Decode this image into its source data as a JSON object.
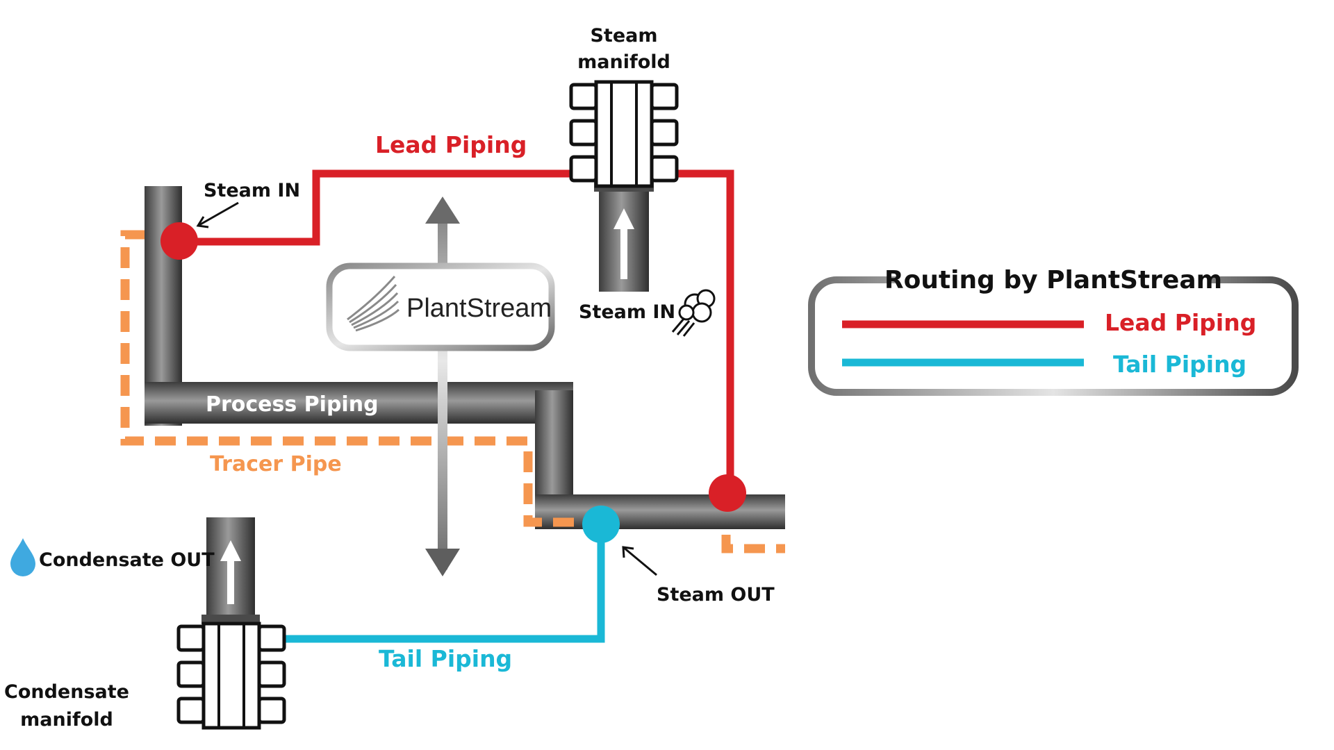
{
  "labels": {
    "steam_manifold_line1": "Steam",
    "steam_manifold_line2": "manifold",
    "lead_piping": "Lead Piping",
    "steam_in_left": "Steam IN",
    "steam_in_right": "Steam IN",
    "process_piping": "Process Piping",
    "tracer_pipe": "Tracer Pipe",
    "condensate_out": "Condensate OUT",
    "steam_out": "Steam OUT",
    "tail_piping": "Tail Piping",
    "condensate_manifold_line1": "Condensate",
    "condensate_manifold_line2": "manifold"
  },
  "brand": {
    "name": "PlantStream"
  },
  "legend": {
    "title": "Routing by PlantStream",
    "items": [
      {
        "label": "Lead Piping",
        "color": "#d92027"
      },
      {
        "label": "Tail Piping",
        "color": "#1ab8d6"
      }
    ]
  },
  "colors": {
    "lead": "#d92027",
    "tail": "#1ab8d6",
    "tracer": "#f5964f",
    "pipe": "#5a5a5a"
  },
  "icons": [
    "steam-puff-icon",
    "water-drop-icon",
    "arrow-up-icon",
    "double-arrow-icon",
    "plantstream-logo-icon"
  ]
}
